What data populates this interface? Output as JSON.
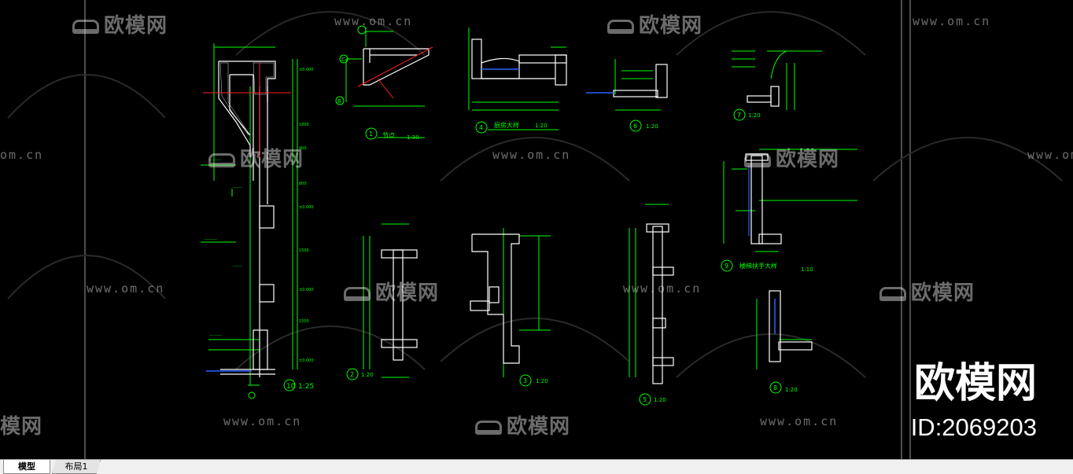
{
  "watermarks": {
    "logo_text": "欧模网",
    "url_text": "www.om.cn",
    "logo_partial": "模网",
    "url_partial": "om.cn"
  },
  "brand": {
    "name": "欧模网",
    "id_text": "ID:2069203"
  },
  "drawings": {
    "detail_1": {
      "num": "1",
      "title": "节点",
      "scale": "1:30"
    },
    "detail_2": {
      "num": "2",
      "scale": "1:20"
    },
    "detail_3": {
      "num": "3",
      "scale": "1:20"
    },
    "detail_4": {
      "num": "4",
      "title": "厨房大样",
      "scale": "1:20"
    },
    "detail_5": {
      "num": "5",
      "scale": "1:20"
    },
    "detail_6": {
      "num": "6",
      "scale": "1:20"
    },
    "detail_7": {
      "num": "7",
      "scale": "1:20"
    },
    "detail_8": {
      "num": "8",
      "scale": "1:20"
    },
    "detail_9": {
      "num": "9",
      "title": "楼梯扶手大样",
      "scale": "1:10"
    },
    "detail_10": {
      "num": "10",
      "scale": "1:25"
    },
    "grid_c": "C",
    "grid_b": "B"
  },
  "tabs": {
    "model": "模型",
    "layout1": "布局1"
  },
  "colors": {
    "background": "#000000",
    "line_green": "#00ff00",
    "line_white": "#ffffff",
    "line_red": "#ff0000",
    "line_blue": "#3060ff"
  }
}
